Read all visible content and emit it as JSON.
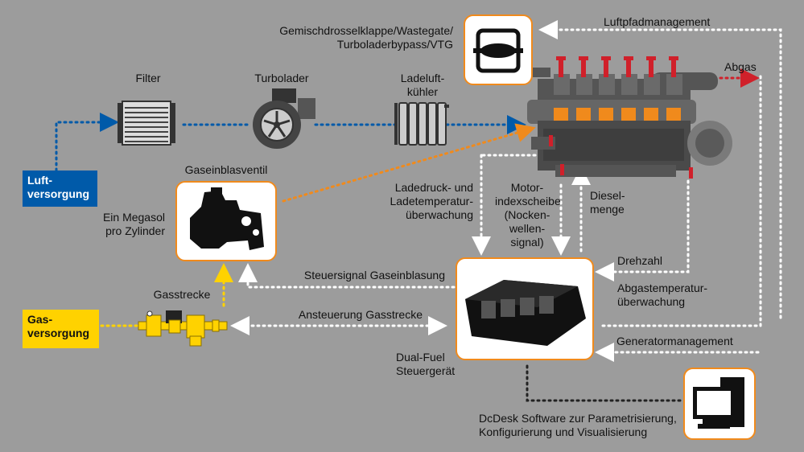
{
  "colors": {
    "background": "#9c9c9c",
    "air_blue": "#005aa9",
    "gas_yellow": "#ffd200",
    "accent_orange": "#f08a1c",
    "exhaust_red": "#d0202a"
  },
  "labels": {
    "throttle": "Gemischdrosselklappe/Wastegate/\nTurboladerbypass/VTG",
    "airpath": "Luftpfadmanagement",
    "exhaust": "Abgas",
    "filter": "Filter",
    "turbo": "Turbolader",
    "intercooler": "Ladeluft-\nkühler",
    "air_supply": "Luft-\nversorgung",
    "gas_valve": "Gaseinblasventil",
    "megasol": "Ein Megasol\npro Zylinder",
    "boost_monitor": "Ladedruck- und\nLadetemperatur-\nüberwachung",
    "engine_index": "Motor-\nindexscheibe\n(Nocken-\nwellen-\nsignal)",
    "diesel": "Diesel-\nmenge",
    "speed": "Drehzahl",
    "gas_signal": "Steuersignal Gaseinblasung",
    "exhaust_temp": "Abgastemperatur-\nüberwachung",
    "gas_line": "Gasstrecke",
    "gas_supply": "Gas-\nversorgung",
    "gas_control": "Ansteuerung Gasstrecke",
    "generator": "Generatormanagement",
    "ecu": "Dual-Fuel\nSteuergerät",
    "software": "DcDesk Software zur Parametrisierung,\nKonfigurierung und Visualisierung"
  },
  "icons": [
    "throttle-valve-icon",
    "filter-icon",
    "turbocharger-icon",
    "intercooler-icon",
    "diesel-engine-icon",
    "gas-injection-valve-icon",
    "gas-train-icon",
    "ecu-icon",
    "computer-icon"
  ]
}
